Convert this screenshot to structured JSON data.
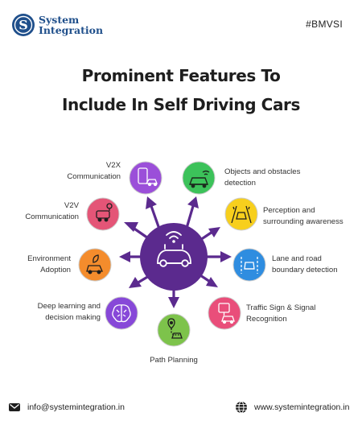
{
  "brand": {
    "name_line1": "System",
    "name_line2": "Integration",
    "logo_letter": "S",
    "color": "#1f4f8b"
  },
  "hashtag": "#BMVSI",
  "title": {
    "line1": "Prominent Features To",
    "line2": "Include In Self Driving Cars"
  },
  "hub": {
    "color": "#5b2a8e",
    "icon": "autonomous-car-icon"
  },
  "features": [
    {
      "line1": "V2X",
      "line2": "Communication",
      "color": "#9b4fd9",
      "icon": "smartphone-car-icon"
    },
    {
      "line1": "Objects and obstacles",
      "line2": "detection",
      "color": "#3cc25a",
      "icon": "car-sensor-icon"
    },
    {
      "line1": "V2V",
      "line2": "Communication",
      "color": "#e45577",
      "icon": "robot-car-icon"
    },
    {
      "line1": "Perception and",
      "line2": "surrounding awareness",
      "color": "#f7cf1d",
      "icon": "road-car-icon"
    },
    {
      "line1": "Environment",
      "line2": "Adoption",
      "color": "#f48c2c",
      "icon": "eco-car-icon"
    },
    {
      "line1": "Lane and road",
      "line2": "boundary detection",
      "color": "#2f8de0",
      "icon": "lane-car-icon"
    },
    {
      "line1": "Deep learning and",
      "line2": "decision making",
      "color": "#8748d8",
      "icon": "brain-icon"
    },
    {
      "line1": "Traffic Sign  & Signal",
      "line2": "Recognition",
      "color": "#e94e7a",
      "icon": "traffic-sign-icon"
    },
    {
      "line1": "Path Planning",
      "line2": "",
      "color": "#7dc34b",
      "icon": "route-pin-icon"
    }
  ],
  "footer": {
    "email": "info@systemintegration.in",
    "website": "www.systemintegration.in"
  }
}
